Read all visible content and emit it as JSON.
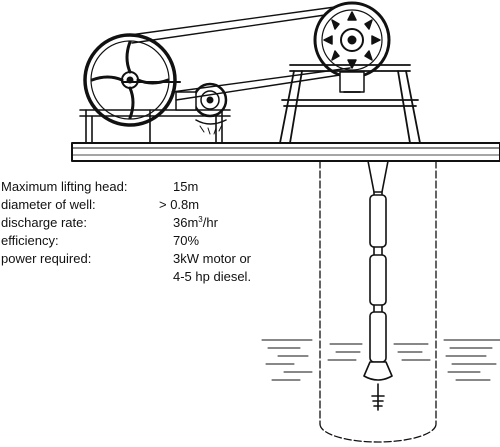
{
  "specs": [
    {
      "label": "Maximum lifting head:",
      "value": "15m"
    },
    {
      "label": "diameter of well:",
      "value": "> 0.8m"
    },
    {
      "label": "discharge rate:",
      "value_prefix": "36m",
      "value_sup": "3",
      "value_suffix": "/hr"
    },
    {
      "label": "efficiency:",
      "value": "70%"
    },
    {
      "label": "power required:",
      "value": "3kW motor or"
    },
    {
      "label": "",
      "value": "4-5 hp diesel."
    }
  ]
}
